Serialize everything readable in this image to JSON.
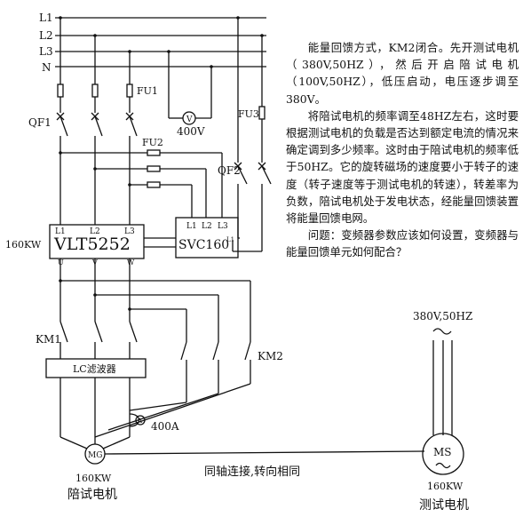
{
  "bus": {
    "lines": [
      "L1",
      "L2",
      "L3",
      "N"
    ]
  },
  "fuses": {
    "fu1": "FU1",
    "fu2": "FU2",
    "fu3": "FU3"
  },
  "breakers": {
    "qf1": "QF1",
    "qf2": "QF2"
  },
  "voltmeter": {
    "symbol": "V",
    "reading": "400V"
  },
  "vfd": {
    "model": "VLT5252",
    "power": "160KW",
    "inputs": [
      "L1",
      "L2",
      "L3"
    ],
    "outputs": [
      "U",
      "V",
      "W"
    ]
  },
  "svc": {
    "model": "SVC160",
    "inputs": [
      "L1",
      "L2",
      "L3"
    ],
    "output": "L1"
  },
  "contactors": {
    "km1": "KM1",
    "km2": "KM2"
  },
  "filter": {
    "label": "LC滤波器"
  },
  "ammeter": {
    "symbol": "A",
    "reading": "400A"
  },
  "accompany_motor": {
    "symbol": "MG",
    "power": "160KW",
    "name": "陪试电机"
  },
  "test_motor": {
    "symbol": "MS",
    "power": "160KW",
    "name": "测试电机",
    "supply": "380V,50HZ"
  },
  "coupling": "同轴连接,转向相同",
  "notes": [
    "能量回馈方式，KM2闭合。先开测试电机（380V,50HZ），然后开启陪试电机（100V,50HZ），低压启动，电压逐步调至380V。",
    "将陪试电机的频率调至48HZ左右，这时要根据测试电机的负载是否达到额定电流的情况来确定调到多少频率。这时由于陪试电机的频率低于50HZ。它的旋转磁场的速度要小于转子的速度（转子速度等于测试电机的转速），转差率为负数，陪试电机处于发电状态，经能量回馈装置将能量回馈电网。",
    "问题：变频器参数应该如何设置，变频器与能量回馈单元如何配合？"
  ]
}
